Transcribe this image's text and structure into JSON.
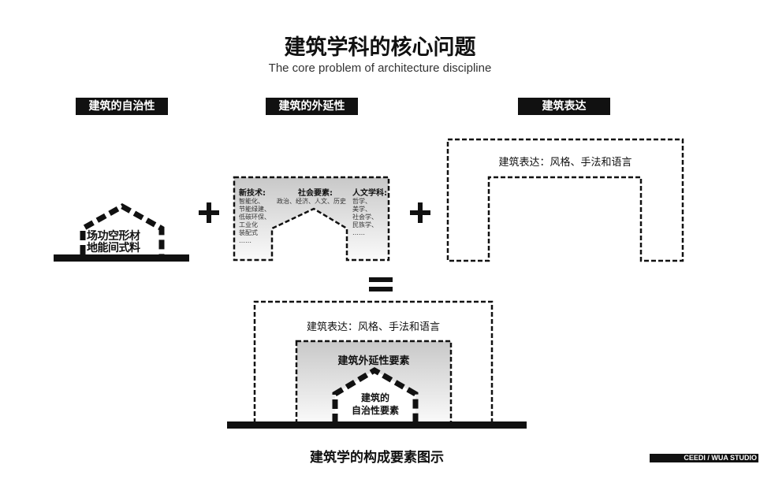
{
  "title": "建筑学科的核心问题",
  "subtitle": "The core problem of architecture discipline",
  "tags": {
    "autonomy": "建筑的自治性",
    "extension": "建筑的外延性",
    "expression": "建筑表达"
  },
  "autonomy_house": {
    "row1": "场功空形材",
    "row2": "地能间式料"
  },
  "extension_box": {
    "tech": {
      "heading": "新技术:",
      "items": [
        "智能化、",
        "节能绿建、",
        "低碳环保、",
        "工业化",
        "装配式",
        "……"
      ]
    },
    "social": {
      "heading": "社会要素:",
      "items": "政治、经济、人文、历史"
    },
    "humanities": {
      "heading": "人文学科:",
      "items": [
        "哲学、",
        "美学、",
        "社会学、",
        "民族学、",
        "……"
      ]
    }
  },
  "expression_box": {
    "text": "建筑表达：风格、手法和语言"
  },
  "operators": {
    "plus": "+",
    "equals": "="
  },
  "result": {
    "expression": "建筑表达：风格、手法和语言",
    "extension": "建筑外延性要素",
    "autonomy_line1": "建筑的",
    "autonomy_line2": "自治性要素"
  },
  "caption": "建筑学的构成要素图示",
  "brand": "CEEDI /  WUA STUDIO"
}
